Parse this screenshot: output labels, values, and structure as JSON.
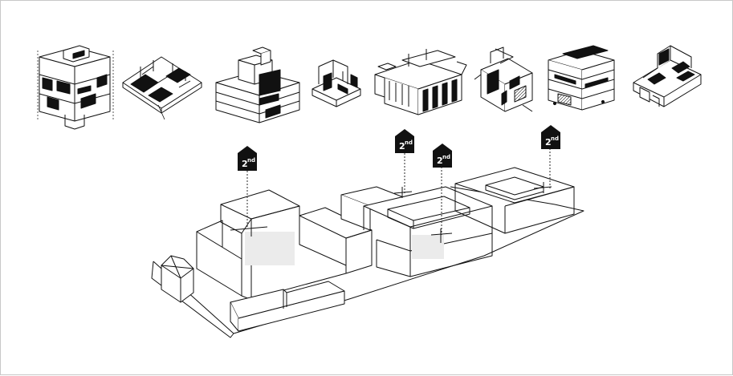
{
  "colors": {
    "line": "#111111",
    "shade": "#e6e6e6",
    "dark": "#111111",
    "bg": "#ffffff"
  },
  "thumbnails": [
    {
      "id": "unit-type-1"
    },
    {
      "id": "unit-type-2"
    },
    {
      "id": "unit-type-3"
    },
    {
      "id": "unit-type-4"
    },
    {
      "id": "unit-type-5"
    },
    {
      "id": "unit-type-6"
    },
    {
      "id": "unit-type-7"
    },
    {
      "id": "unit-type-8"
    }
  ],
  "floor_markers": [
    {
      "num": "2",
      "sup": "nd"
    },
    {
      "num": "2",
      "sup": "nd"
    },
    {
      "num": "2",
      "sup": "nd"
    },
    {
      "num": "2",
      "sup": "nd"
    }
  ]
}
